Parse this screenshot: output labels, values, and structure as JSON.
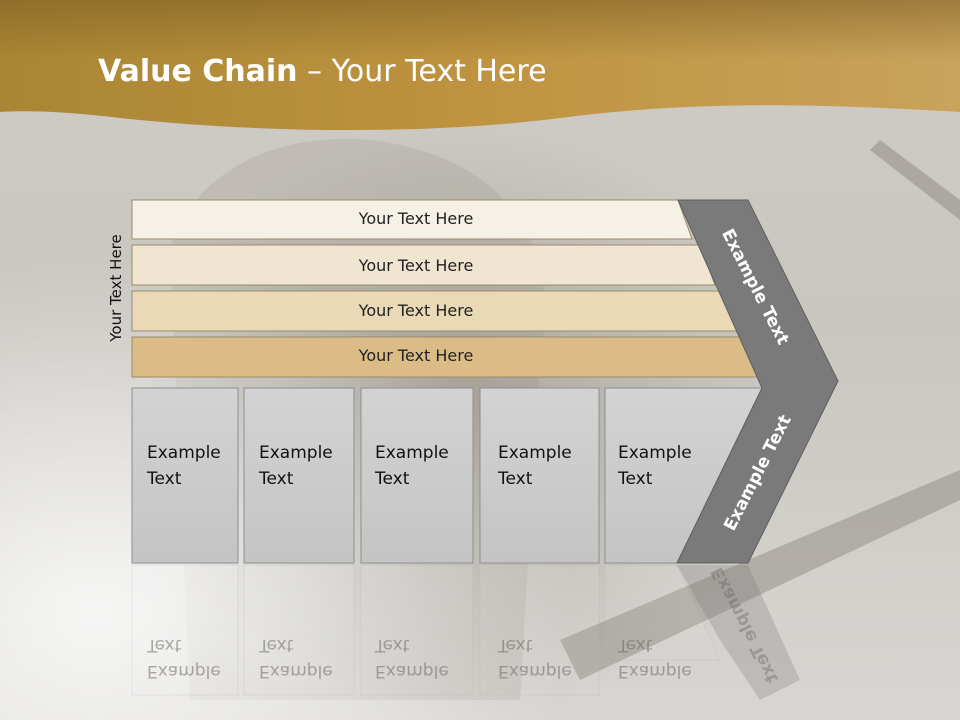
{
  "title": {
    "bold": "Value Chain",
    "rest": " – Your Text Here"
  },
  "side_label": "Your Text Here",
  "bars": [
    {
      "label": "Your Text Here",
      "color": "#f6f1e6"
    },
    {
      "label": "Your Text Here",
      "color": "#f0e5d0"
    },
    {
      "label": "Your Text Here",
      "color": "#e9d9b6"
    },
    {
      "label": "Your Text Here",
      "color": "#dcbc86"
    }
  ],
  "columns": [
    {
      "line1": "Example",
      "line2": "Text"
    },
    {
      "line1": "Example",
      "line2": "Text"
    },
    {
      "line1": "Example",
      "line2": "Text"
    },
    {
      "line1": "Example",
      "line2": "Text"
    },
    {
      "line1": "Example",
      "line2": "Text"
    }
  ],
  "chevron": {
    "upper_label": "Example Text",
    "lower_label": "Example Text",
    "color": "#7a7a7a"
  },
  "colors": {
    "header_band": "#b8923e",
    "column_fill": "#cfcfcf"
  }
}
